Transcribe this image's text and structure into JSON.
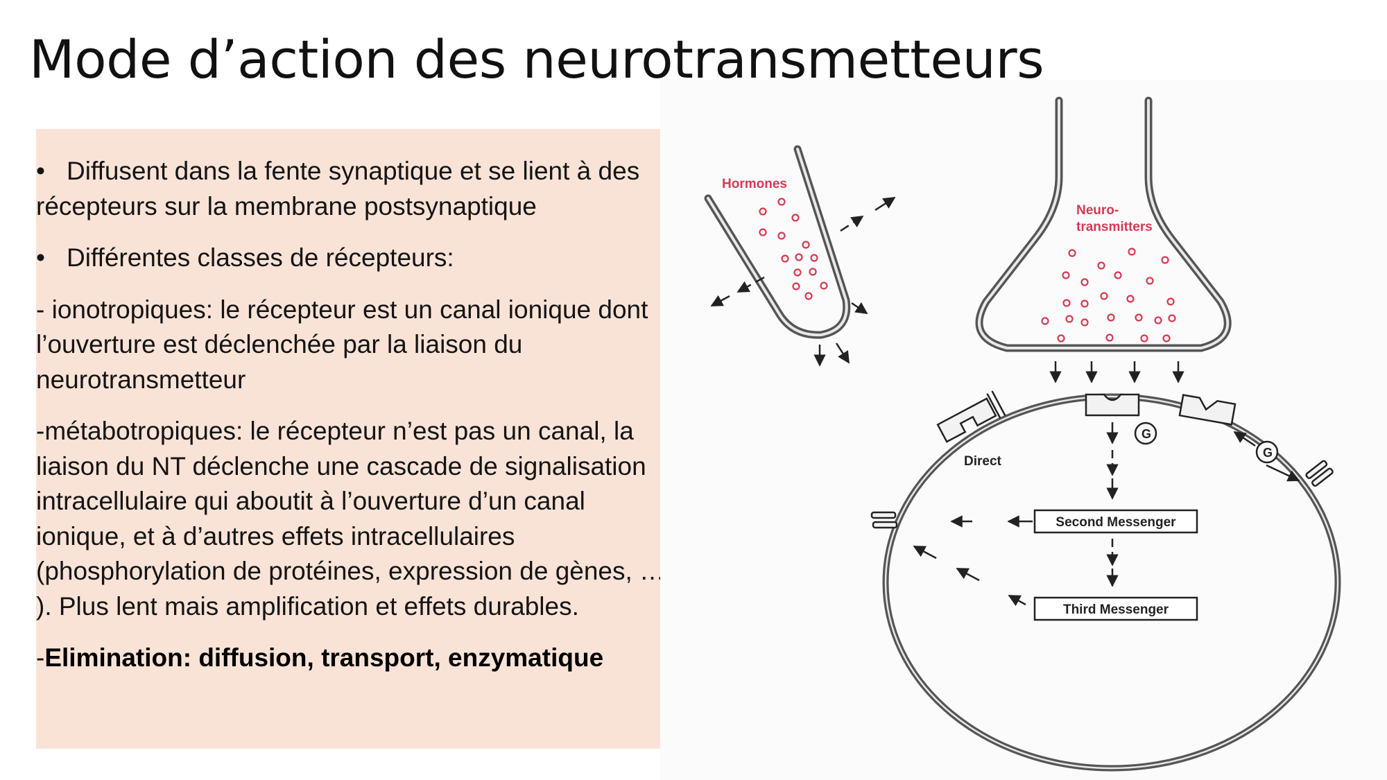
{
  "slide": {
    "title": "Mode d’action des neurotransmetteurs"
  },
  "content": {
    "bullet_symbol": "•",
    "paragraphs": [
      {
        "bullet": true,
        "text": "Diffusent dans la fente synaptique et se lient à des récepteurs sur la membrane postsynaptique"
      },
      {
        "bullet": true,
        "text": "Différentes classes de récepteurs:"
      },
      {
        "bullet": false,
        "text": "- ionotropiques: le récepteur est un canal ionique dont l’ouverture est déclenchée par la liaison du neurotransmetteur"
      },
      {
        "bullet": false,
        "text": "-métabotropiques: le récepteur n’est pas un canal, la liaison du NT déclenche une cascade de signalisation intracellulaire qui aboutit à l’ouverture d’un canal ionique, et à d’autres effets intracellulaires (phosphorylation de protéines, expression de gènes, … ). Plus lent mais amplification et effets durables."
      }
    ],
    "elimination": {
      "prefix": "-",
      "bold_text": "Elimination: diffusion, transport, enzymatique"
    }
  },
  "figure": {
    "labels": {
      "hormones": "Hormones",
      "neuro_line1": "Neuro-",
      "neuro_line2": "transmitters",
      "direct": "Direct",
      "second_messenger": "Second Messenger",
      "third_messenger": "Third Messenger",
      "g_protein_1": "G",
      "g_protein_2": "G"
    },
    "colors": {
      "vesicle_red": "#d43a52",
      "panel_background": "#f9e3d7"
    }
  }
}
